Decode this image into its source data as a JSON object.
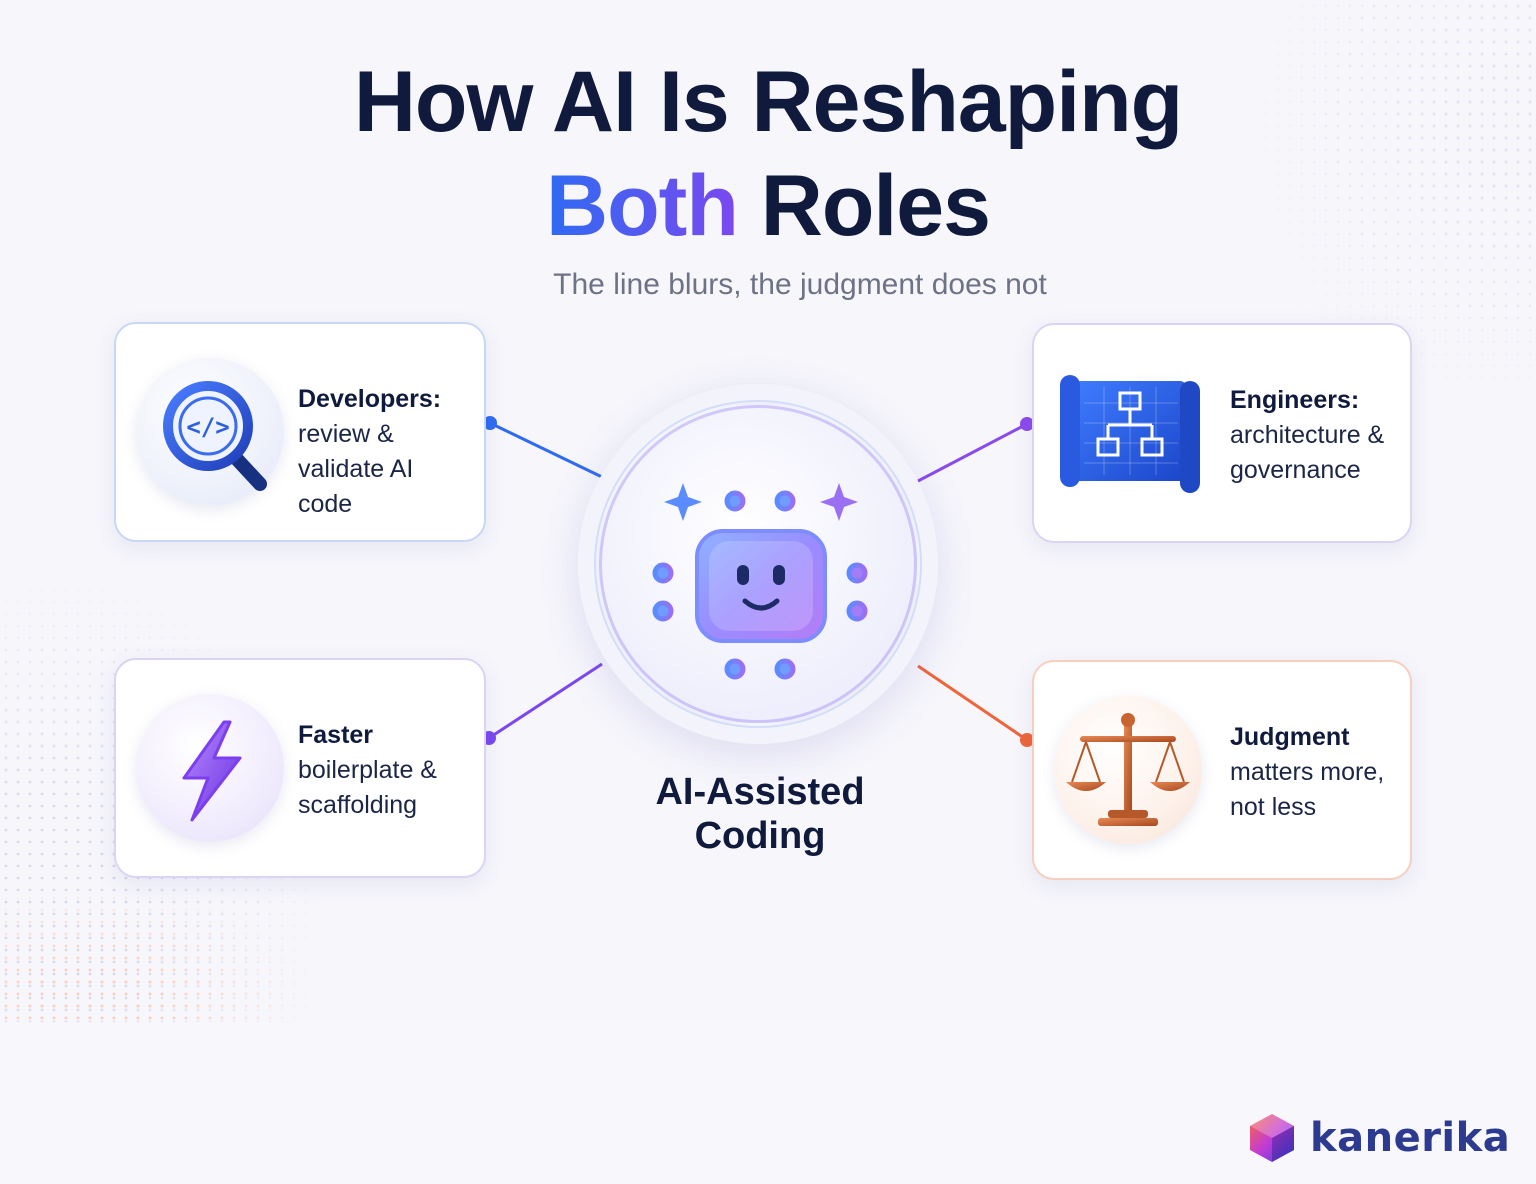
{
  "title": {
    "line1": "How AI Is Reshaping",
    "accent": "Both",
    "line2_rest": " Roles"
  },
  "subtitle": "The line blurs, the judgment does not",
  "center": {
    "label_line1": "AI-Assisted",
    "label_line2": "Coding",
    "icon": "ai-chip-face-icon"
  },
  "cards": {
    "developers": {
      "icon": "code-magnifier-icon",
      "head": "Developers:",
      "body_line1": "review &",
      "body_line2": "validate AI code"
    },
    "faster": {
      "icon": "lightning-bolt-icon",
      "head": "Faster",
      "body_line1": "boilerplate &",
      "body_line2": "scaffolding"
    },
    "engineers": {
      "icon": "blueprint-icon",
      "head": "Engineers:",
      "body_line1": "architecture &",
      "body_line2": "governance"
    },
    "judgment": {
      "icon": "balance-scale-icon",
      "head": "Judgment",
      "body_line1": "matters more,",
      "body_line2": "not less"
    }
  },
  "colors": {
    "blue": "#2f6bf2",
    "purple": "#7b48ef",
    "orange": "#f0643a",
    "navy": "#0f1a3c"
  },
  "logo": {
    "text": "kanerika",
    "icon": "kanerika-cube-logo-icon"
  }
}
